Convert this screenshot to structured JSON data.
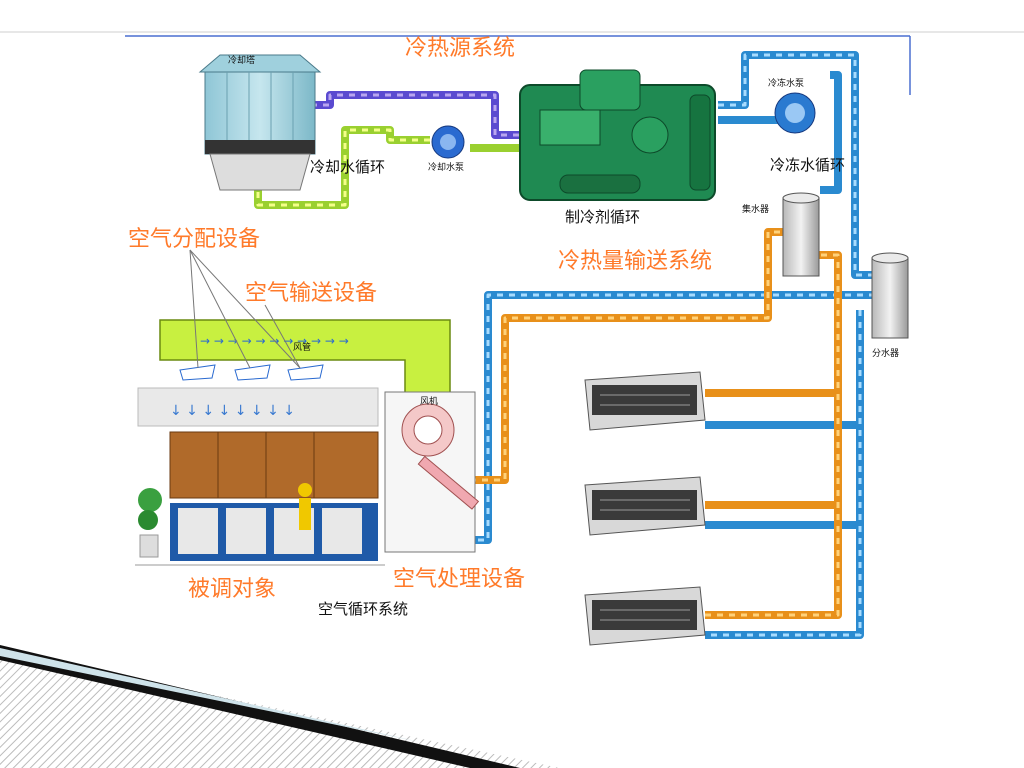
{
  "labels": {
    "cold_heat_source": "冷热源系统",
    "cooling_water_loop": "冷却水循环",
    "chilled_water_loop": "冷冻水循环",
    "refrigerant_loop": "制冷剂循环",
    "cold_heat_transport": "冷热量输送系统",
    "air_distribution": "空气分配设备",
    "air_transport": "空气输送设备",
    "conditioned_object": "被调对象",
    "air_handling": "空气处理设备",
    "air_circulation": "空气循环系统",
    "cooling_tower": "冷却塔",
    "cooling_pump": "冷却水泵",
    "chilled_pump": "冷冻水泵",
    "water_collector": "集水器",
    "water_distributor": "分水器",
    "fan": "风机",
    "fan_small": "风管"
  },
  "colors": {
    "chilled_water": "#3aa0e0",
    "cooling_water": "#f0a020",
    "supply_purple": "#7a5ad0",
    "duct_green": "#c8f040",
    "label_orange": "#ff7a2a",
    "chiller_green": "#1f8a52"
  },
  "fan_coil_units": 3
}
